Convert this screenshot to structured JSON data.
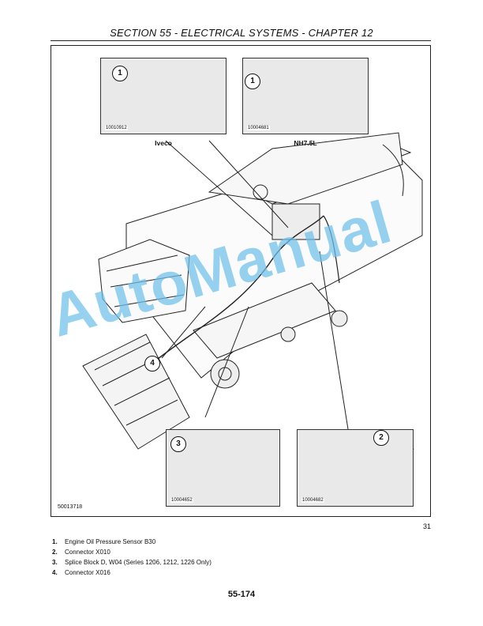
{
  "header": {
    "title": "SECTION 55 - ELECTRICAL SYSTEMS - CHAPTER 12"
  },
  "figure": {
    "insets": [
      {
        "code": "10010912",
        "caption": "Iveco",
        "callout": "1"
      },
      {
        "code": "10004681",
        "caption": "NH7.5L",
        "callout": "1"
      },
      {
        "code": "10004652",
        "caption": "",
        "callout": "3"
      },
      {
        "code": "10004682",
        "caption": "",
        "callout": "2"
      }
    ],
    "main_callout": "4",
    "code": "50013718",
    "number": "31"
  },
  "watermark": "AutoManual",
  "legend": [
    {
      "num": "1.",
      "text": "Engine Oil Pressure Sensor B30"
    },
    {
      "num": "2.",
      "text": "Connector X010"
    },
    {
      "num": "3.",
      "text": "Splice Block D, W04 (Series 1206, 1212, 1226 Only)"
    },
    {
      "num": "4.",
      "text": "Connector X016"
    }
  ],
  "page": {
    "number": "55-174"
  }
}
